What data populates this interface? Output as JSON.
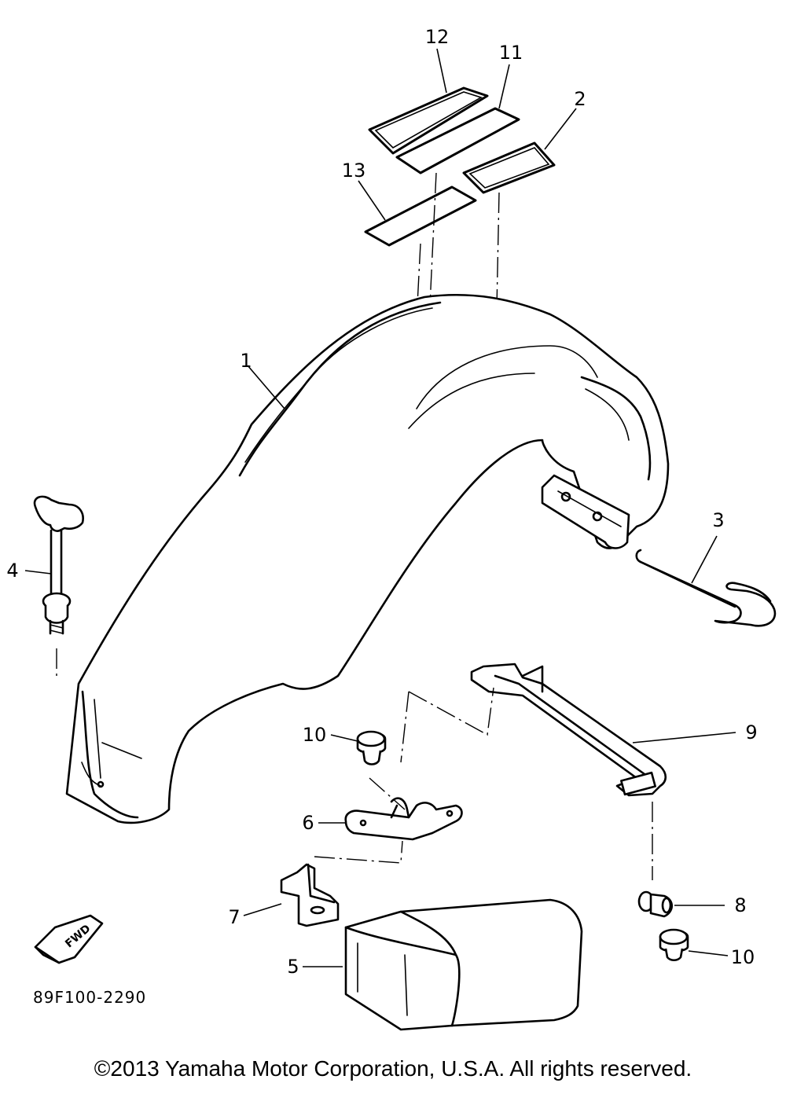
{
  "diagram": {
    "parts": [
      {
        "id": "1",
        "label": "1"
      },
      {
        "id": "2",
        "label": "2"
      },
      {
        "id": "3",
        "label": "3"
      },
      {
        "id": "4",
        "label": "4"
      },
      {
        "id": "5",
        "label": "5"
      },
      {
        "id": "6",
        "label": "6"
      },
      {
        "id": "7",
        "label": "7"
      },
      {
        "id": "8",
        "label": "8"
      },
      {
        "id": "9",
        "label": "9"
      },
      {
        "id": "10a",
        "label": "10"
      },
      {
        "id": "10b",
        "label": "10"
      },
      {
        "id": "11",
        "label": "11"
      },
      {
        "id": "12",
        "label": "12"
      },
      {
        "id": "13",
        "label": "13"
      }
    ],
    "fwd_label": "FWD",
    "drawing_code": "89F100-2290"
  },
  "footer": {
    "copyright": "©2013 Yamaha Motor Corporation, U.S.A. All rights reserved."
  }
}
